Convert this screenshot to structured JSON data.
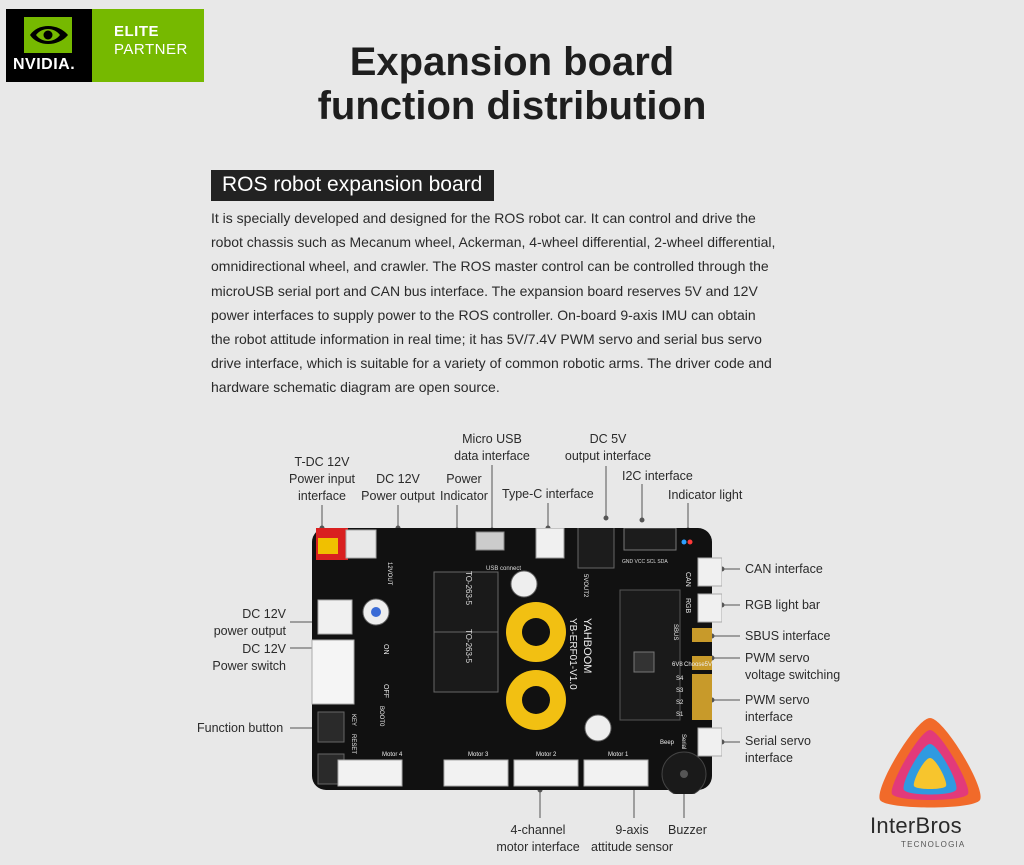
{
  "badge": {
    "brand": "NVIDIA.",
    "line1": "ELITE",
    "line2": "PARTNER"
  },
  "title": {
    "line1": "Expansion board",
    "line2": "function distribution"
  },
  "section": {
    "heading": "ROS robot expansion board",
    "lines": [
      "It is specially developed and designed for the ROS robot car. It can control and drive the",
      "robot chassis such as Mecanum wheel, Ackerman, 4-wheel differential, 2-wheel differential,",
      "omnidirectional wheel, and crawler. The ROS master control can be controlled through the",
      "microUSB serial port and CAN bus interface. The expansion board reserves 5V and 12V",
      "power interfaces to supply power to the ROS controller. On-board 9-axis IMU can obtain",
      "the robot attitude information in real time; it has 5V/7.4V PWM servo and serial bus servo",
      "drive interface, which is suitable for a variety of common robotic arms. The driver code and",
      "hardware schematic diagram are open source."
    ]
  },
  "labels": {
    "tdc": [
      "T-DC 12V",
      "Power input",
      "interface"
    ],
    "dc12out": [
      "DC 12V",
      "Power output"
    ],
    "power_ind": [
      "Power",
      "Indicator"
    ],
    "micro_usb": [
      "Micro USB",
      "data interface"
    ],
    "typec": [
      "Type-C interface"
    ],
    "dc5v": [
      "DC 5V",
      "output interface"
    ],
    "i2c": [
      "I2C interface"
    ],
    "ind_light": [
      "Indicator light"
    ],
    "dc12pow": [
      "DC 12V",
      "power output"
    ],
    "dc12sw": [
      "DC 12V",
      "Power switch"
    ],
    "func_btn": [
      "Function button"
    ],
    "can": [
      "CAN interface"
    ],
    "rgb": [
      "RGB light bar"
    ],
    "sbus": [
      "SBUS interface"
    ],
    "pwm_volt": [
      "PWM servo",
      "voltage switching"
    ],
    "pwm_if": [
      "PWM servo",
      "interface"
    ],
    "serial_servo": [
      "Serial servo",
      "interface"
    ],
    "motor4": [
      "4-channel",
      "motor interface"
    ],
    "axis9": [
      "9-axis",
      "attitude sensor"
    ],
    "buzzer": [
      "Buzzer"
    ]
  },
  "board_text": {
    "brand": "YAHBOOM",
    "model": "YB-ERF01-V1.0",
    "chip1": "TO-263-5",
    "chip2": "TO-263-5",
    "m4": "Motor 4",
    "m3": "Motor 3",
    "m2": "Motor 2",
    "m1": "Motor 1",
    "usb": "USB connect",
    "on": "ON",
    "off": "OFF",
    "key": "KEY",
    "reset": "RESET",
    "boot0": "BOOT0",
    "can": "CAN",
    "rgb": "RGB",
    "sbus": "SBUS",
    "choose": "Choose5V",
    "sv6": "6V8",
    "beep": "Beep",
    "serial": "Serial",
    "s1": "S1",
    "s2": "S2",
    "s3": "S3",
    "s4": "S4",
    "i2c": "GND VCC SCL SDA",
    "v5out": "5VOUT2",
    "v12out": "12VOUT"
  },
  "logo2": {
    "name": "InterBros",
    "sub": "TECNOLOGIA"
  },
  "colors": {
    "nvidia_green": "#76b900",
    "board": "#111111",
    "inductor": "#f2c012"
  }
}
